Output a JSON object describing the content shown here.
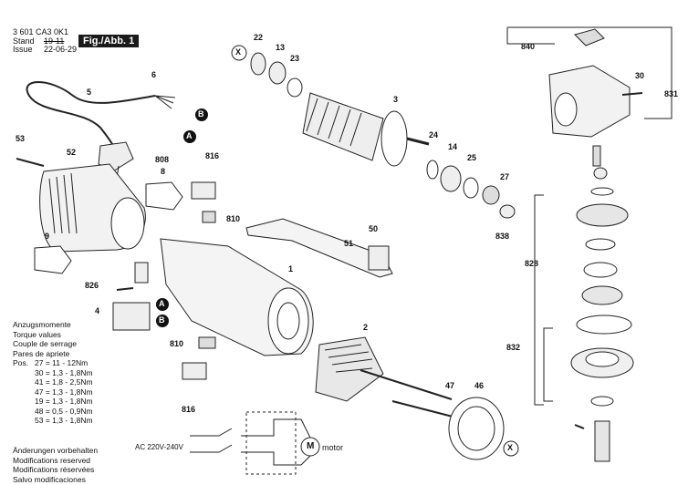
{
  "header": {
    "doc_number": "3 601 CA3 0K1",
    "stand_label": "Stand",
    "issue_label": "Issue",
    "stand_value": "19-11",
    "issue_value": "22-06-29",
    "fig_label": "Fig./Abb. 1"
  },
  "torque": {
    "titles": [
      "Anzugsmomente",
      "Torque values",
      "Couple de serrage",
      "Pares de apriete"
    ],
    "pos_label": "Pos.",
    "rows": [
      "27 = 11 -  12Nm",
      "30 = 1,3 - 1,8Nm",
      "41 = 1,8 - 2,5Nm",
      "47 = 1,3 - 1,8Nm",
      "19 = 1,3 - 1,8Nm",
      "48 = 0,5 - 0,9Nm",
      "53 = 1,3 - 1,8Nm"
    ]
  },
  "notes": [
    "Änderungen vorbehalten",
    "Modifications reserved",
    "Modifications réservées",
    "Salvo modificaciones"
  ],
  "circuit": {
    "supply": "AC 220V-240V",
    "motor_symbol": "M",
    "motor_label": "motor"
  },
  "parts": {
    "p1": "1",
    "p2": "2",
    "p3": "3",
    "p4": "4",
    "p5": "5",
    "p6": "6",
    "p8": "8",
    "p9": "9",
    "p13": "13",
    "p14": "14",
    "p22": "22",
    "p23": "23",
    "p24": "24",
    "p25": "25",
    "p27": "27",
    "p30": "30",
    "p46": "46",
    "p47": "47",
    "p50": "50",
    "p51": "51",
    "p52": "52",
    "p53": "53",
    "p808": "808",
    "p810a": "810",
    "p810b": "810",
    "p816a": "816",
    "p816b": "816",
    "p826": "826",
    "p828": "828",
    "p831": "831",
    "p832": "832",
    "p838": "838",
    "p840": "840"
  },
  "markers": {
    "a": "A",
    "b": "B",
    "x": "X"
  }
}
